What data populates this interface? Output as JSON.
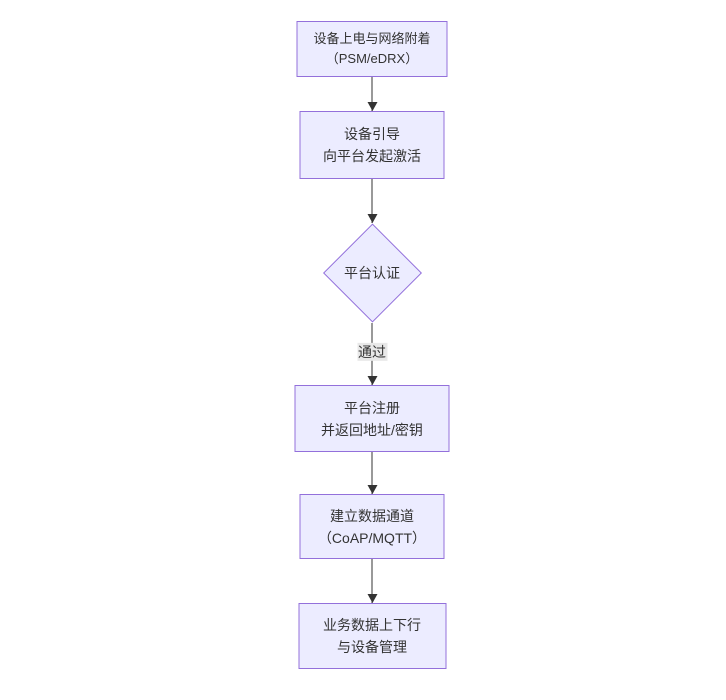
{
  "diagram": {
    "type": "flowchart",
    "direction": "top-down",
    "colors": {
      "background": "#ffffff",
      "node_fill": "#ECECFF",
      "node_border": "#9370DB",
      "text": "#333333",
      "edge_line": "#333333",
      "edge_label_bg": "#e8e8e8"
    },
    "nodes": [
      {
        "id": "power-attach",
        "shape": "rect",
        "lines": [
          "设备上电与网络附着",
          "（PSM/eDRX）"
        ]
      },
      {
        "id": "bootstrap",
        "shape": "rect",
        "lines": [
          "设备引导",
          "向平台发起激活"
        ]
      },
      {
        "id": "auth",
        "shape": "diamond",
        "lines": [
          "平台认证"
        ]
      },
      {
        "id": "register",
        "shape": "rect",
        "lines": [
          "平台注册",
          "并返回地址/密钥"
        ]
      },
      {
        "id": "channel",
        "shape": "rect",
        "lines": [
          "建立数据通道",
          "（CoAP/MQTT）"
        ]
      },
      {
        "id": "business",
        "shape": "rect",
        "lines": [
          "业务数据上下行",
          "与设备管理"
        ]
      }
    ],
    "edges": [
      {
        "from": "power-attach",
        "to": "bootstrap",
        "label": ""
      },
      {
        "from": "bootstrap",
        "to": "auth",
        "label": ""
      },
      {
        "from": "auth",
        "to": "register",
        "label": "通过"
      },
      {
        "from": "register",
        "to": "channel",
        "label": ""
      },
      {
        "from": "channel",
        "to": "business",
        "label": ""
      }
    ]
  }
}
